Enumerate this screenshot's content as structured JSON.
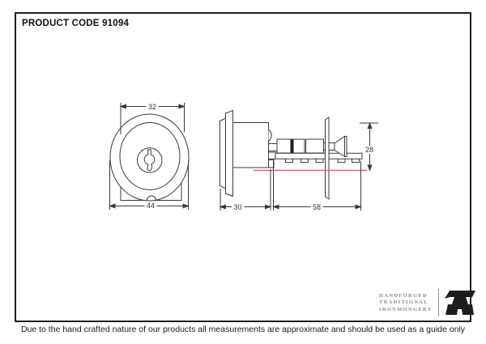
{
  "frame": {
    "product_code": "PRODUCT CODE 91094"
  },
  "drawing": {
    "subject": "rim cylinder lock technical drawing",
    "views": {
      "left": "front elevation",
      "right": "side elevation"
    },
    "dims": {
      "inner_diameter": "32",
      "outer_diameter": "44",
      "body_depth": "30",
      "bar_length": "58",
      "height": "28"
    },
    "colors": {
      "line": "#3a3a3a",
      "reference_line": "#e06a6a"
    }
  },
  "logo": {
    "lines": [
      "HANDFORGED",
      "TRADITIONAL",
      "IRONMONGERY"
    ]
  },
  "footer": {
    "disclaimer": "Due to the hand crafted nature of our products all measurements are approximate and should be used as a guide only"
  }
}
